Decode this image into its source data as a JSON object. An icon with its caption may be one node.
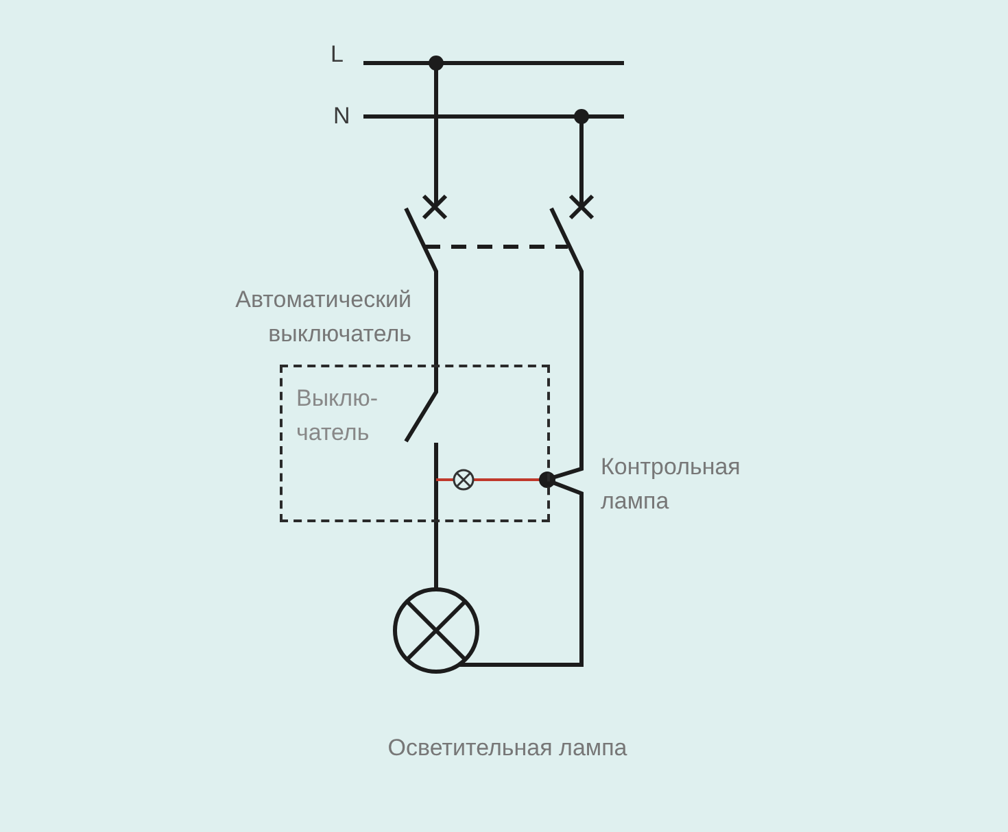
{
  "diagram": {
    "nodes": [
      {
        "text": [
          "Выклю- чатель"
        ]
      }
    ],
    "labels": [
      "L",
      "N",
      "Автоматический выключатель",
      "Контрольная лампа",
      "Осветительная лампа"
    ]
  }
}
